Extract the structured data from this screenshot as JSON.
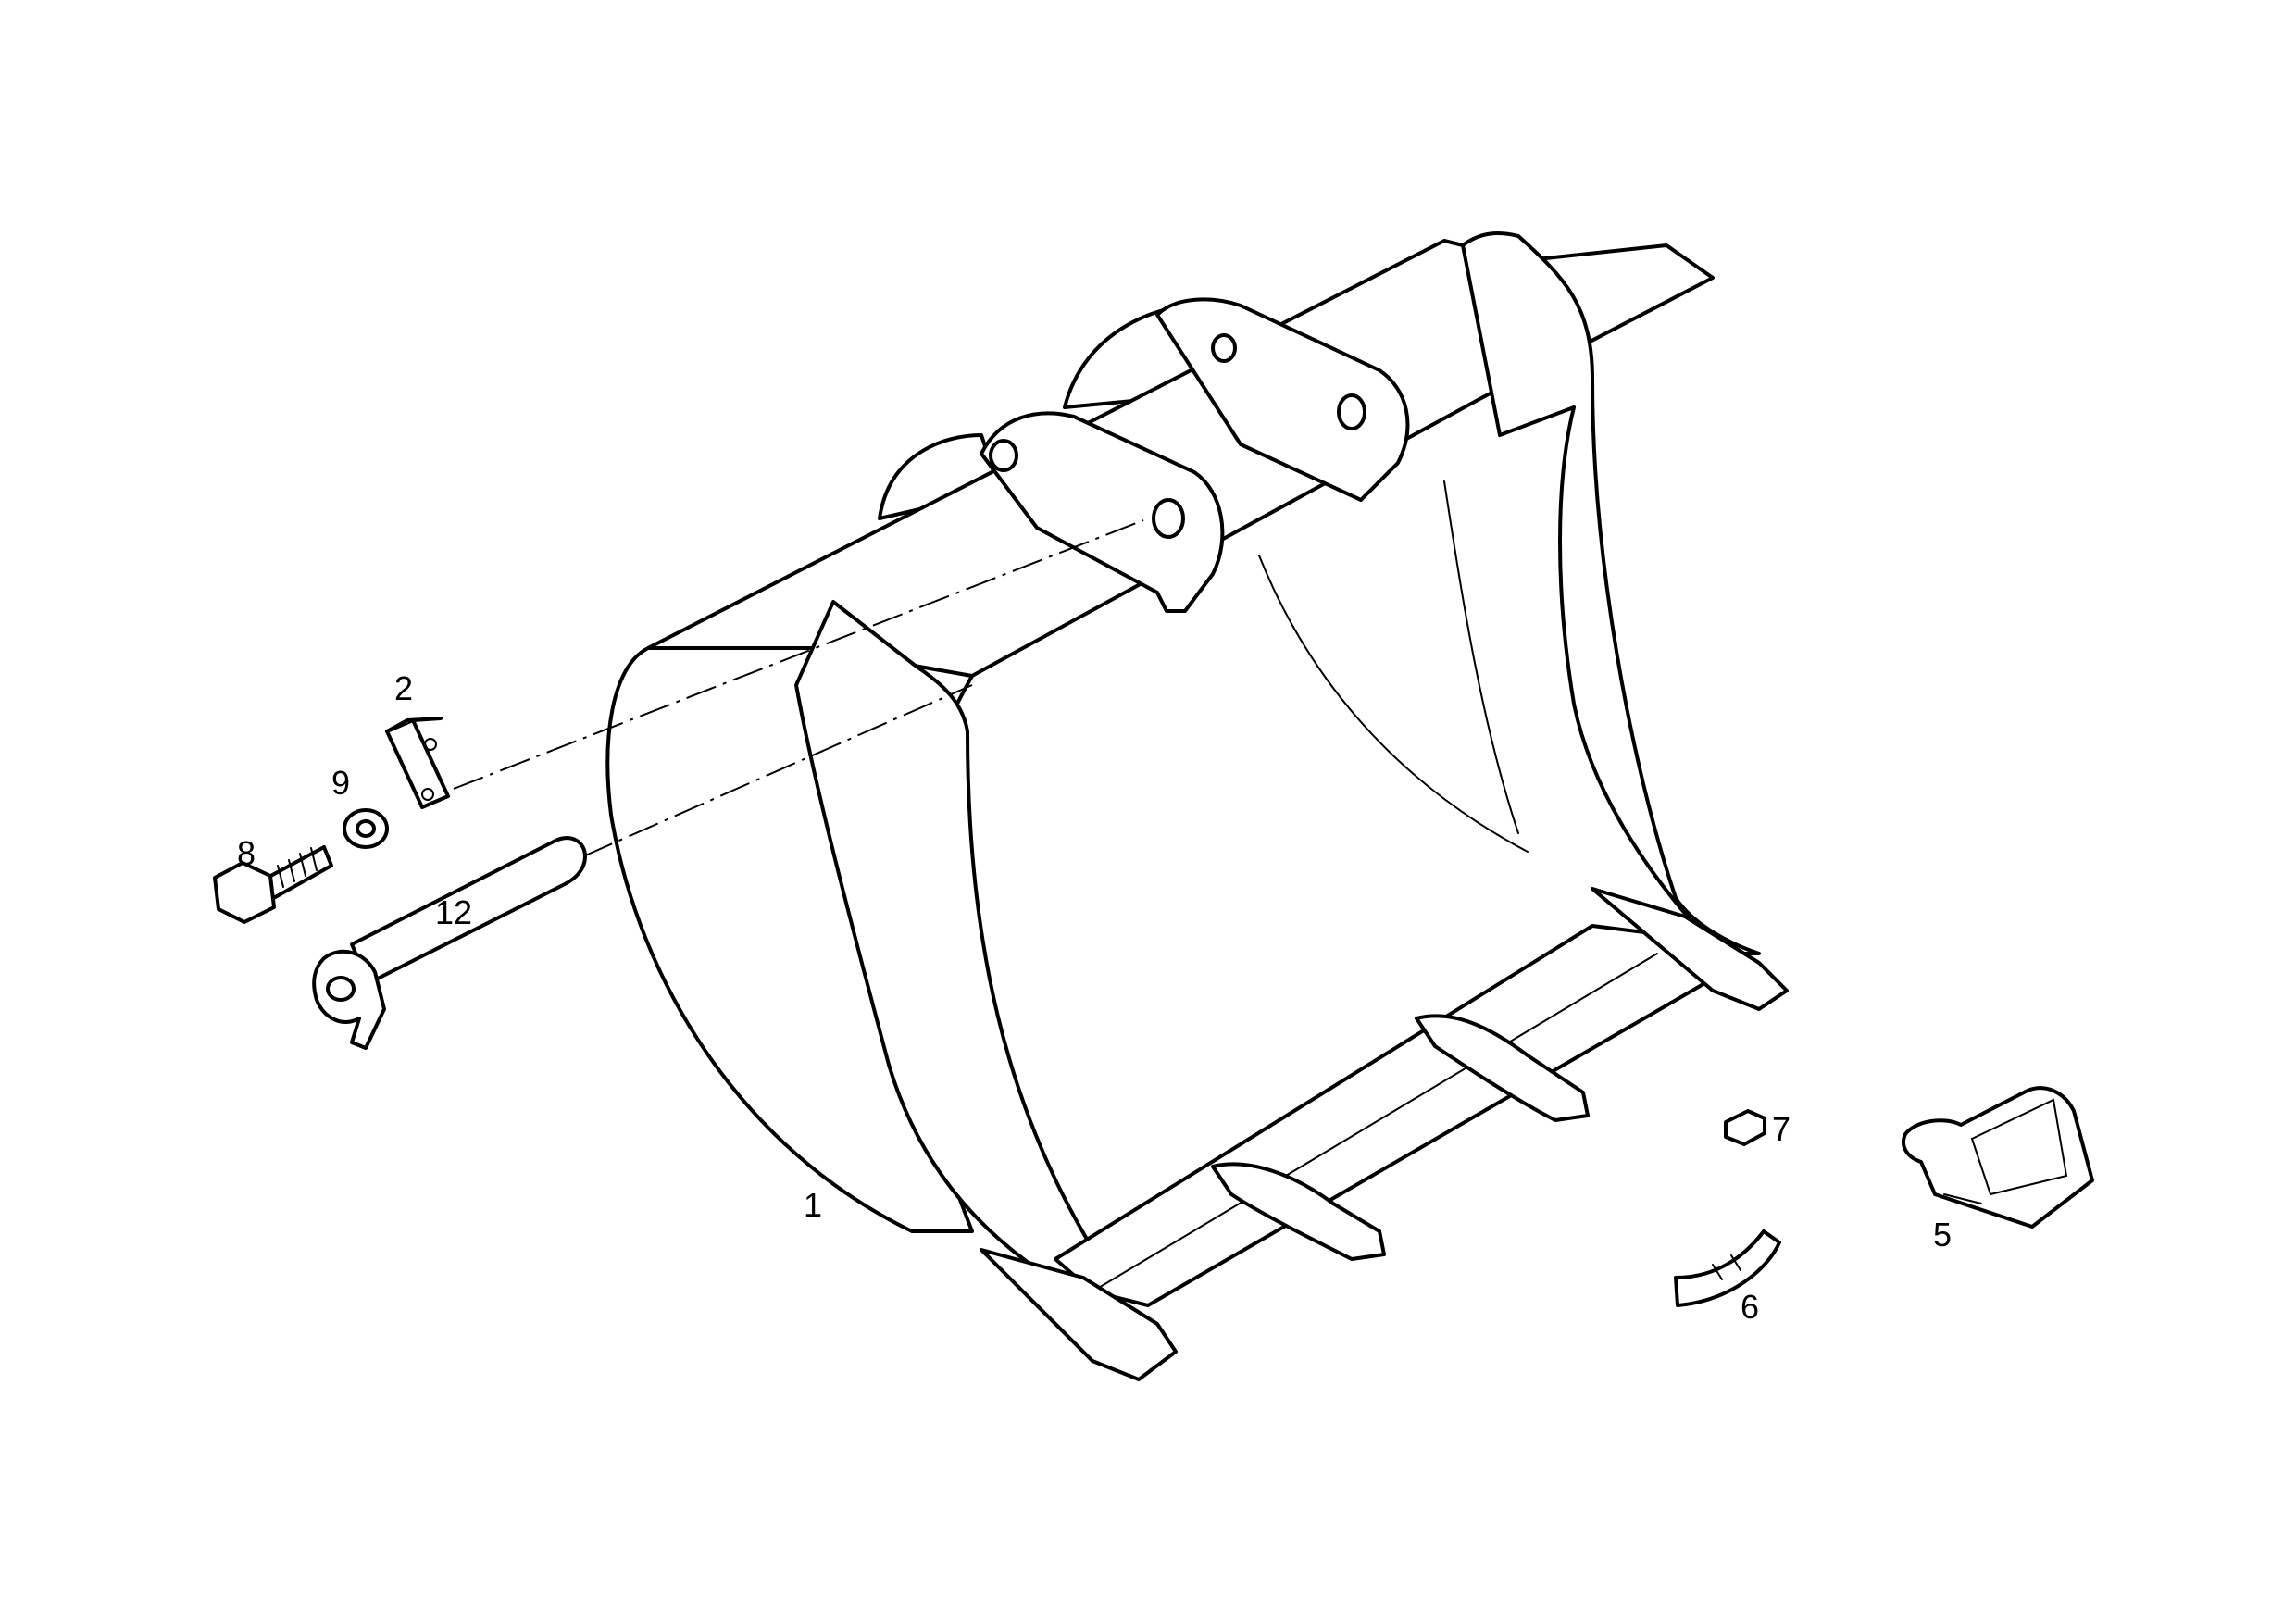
{
  "diagram": {
    "callouts": [
      {
        "id": "1",
        "label": "1",
        "part": "bucket"
      },
      {
        "id": "2",
        "label": "2",
        "part": "locking-plate"
      },
      {
        "id": "5",
        "label": "5",
        "part": "tooth-adapter"
      },
      {
        "id": "6",
        "label": "6",
        "part": "retainer"
      },
      {
        "id": "7",
        "label": "7",
        "part": "lock"
      },
      {
        "id": "8",
        "label": "8",
        "part": "bolt"
      },
      {
        "id": "9",
        "label": "9",
        "part": "washer"
      },
      {
        "id": "12",
        "label": "12",
        "part": "pin"
      }
    ]
  }
}
